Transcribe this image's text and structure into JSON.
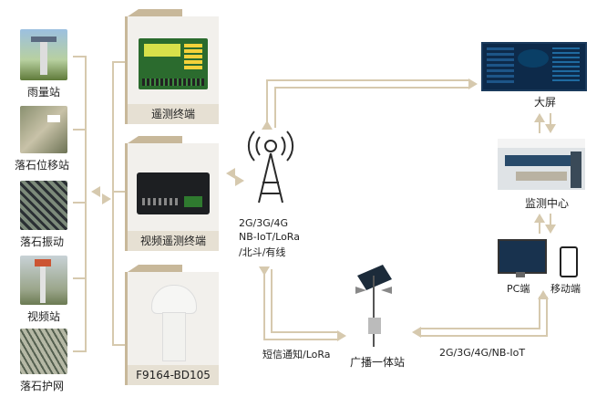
{
  "colors": {
    "accent": "#c8b89a",
    "frame": "#f2f0ec",
    "line": "#c8b89a"
  },
  "stations": [
    {
      "label": "雨量站"
    },
    {
      "label": "落石位移站"
    },
    {
      "label": "落石振动"
    },
    {
      "label": "视频站"
    },
    {
      "label": "落石护网"
    }
  ],
  "terminals": [
    {
      "label": "遥测终端"
    },
    {
      "label": "视频遥测终端"
    },
    {
      "label": "F9164-BD105"
    }
  ],
  "network": {
    "lines": [
      "2G/3G/4G",
      "NB-IoT/LoRa",
      "/北斗/有线"
    ]
  },
  "right_nodes": {
    "big_screen": "大屏",
    "monitor_center": "监测中心",
    "pc": "PC端",
    "mobile": "移动端"
  },
  "broadcast": {
    "label": "广播一体站",
    "left_link": "短信通知/LoRa",
    "right_link": "2G/3G/4G/NB-IoT"
  }
}
